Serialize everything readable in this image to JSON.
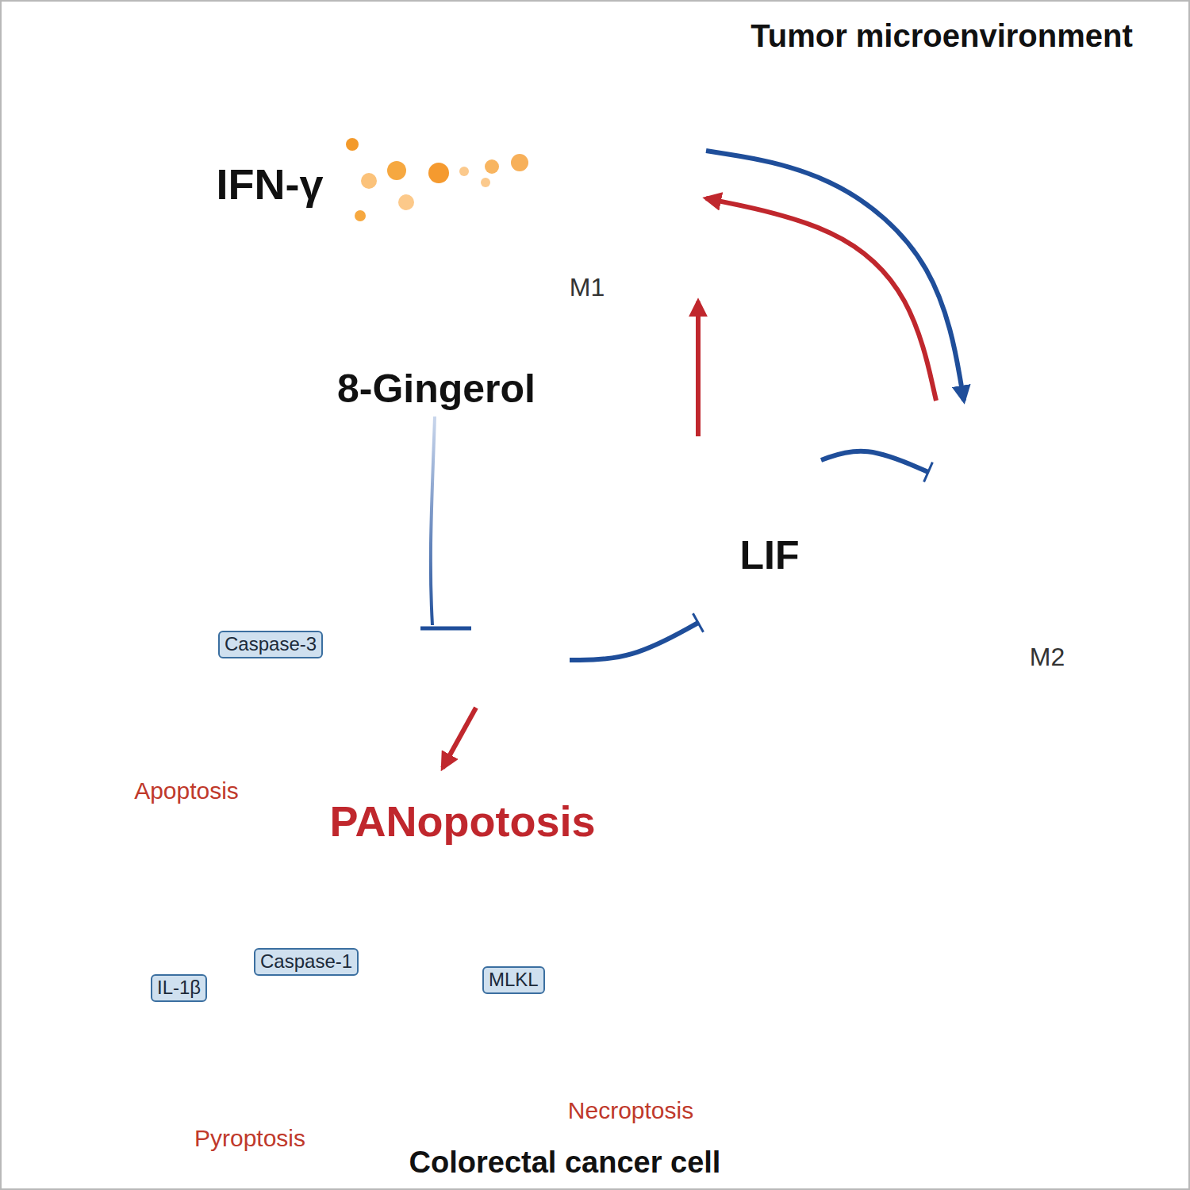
{
  "diagram": {
    "nodes": [
      {
        "text": [
          "M1"
        ]
      },
      {
        "text": [
          "Colorectal cancer cell"
        ]
      },
      {
        "text": [
          "LIF"
        ],
        "in": 1
      },
      {
        "text": [
          "LIF"
        ]
      },
      {
        "text": [
          "M2"
        ]
      },
      {
        "text": [
          "Apoptosis"
        ],
        "in": 1
      },
      {
        "text": [
          "Caspase-3"
        ],
        "in": 5
      },
      {
        "text": [
          "Pyroptosis"
        ],
        "in": 1
      },
      {
        "text": [
          "IL-1β"
        ],
        "in": 7
      },
      {
        "text": [
          "Caspase-1"
        ],
        "in": 7
      },
      {
        "text": [
          "Necroptosis"
        ],
        "in": 1
      },
      {
        "text": [
          "MLKL"
        ],
        "in": 10
      }
    ],
    "edges": [
      {
        "from": 0,
        "to": 4,
        "arrow": "to"
      },
      {
        "from": 4,
        "to": 0,
        "arrow": "to"
      },
      {
        "from": 3,
        "to": 0,
        "arrow": "to"
      },
      {
        "from": 3,
        "to": 4,
        "arrow": "to"
      },
      {
        "from": 2,
        "to": 3,
        "arrow": "to"
      }
    ],
    "labels": [
      "Tumor microenvironment",
      "IFN-γ",
      "8-Gingerol",
      "PANopotosis"
    ]
  }
}
